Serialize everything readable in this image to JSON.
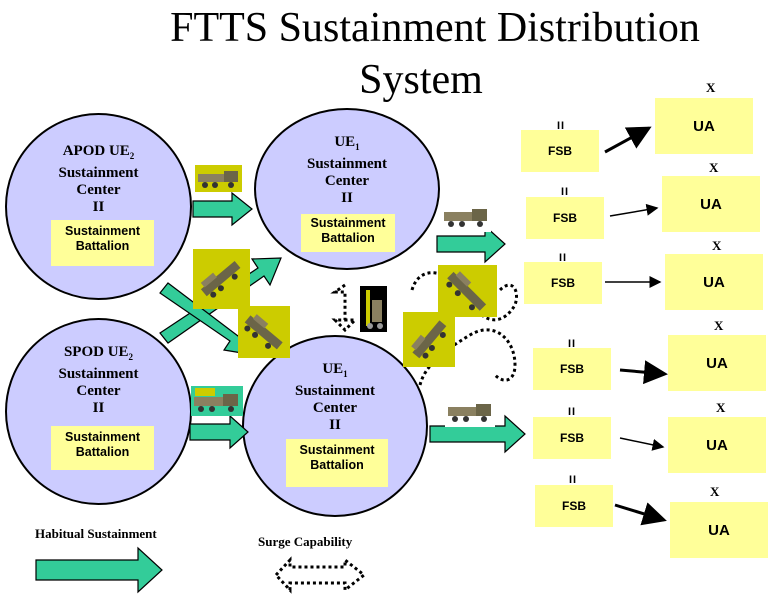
{
  "title_line1": "FTTS Sustainment Distribution",
  "title_line2": "System",
  "apod": {
    "name": "APOD UE",
    "sub": "2",
    "line2": "Sustainment",
    "line3": "Center",
    "echelon": "II",
    "box": [
      "Sustainment",
      "Battalion"
    ]
  },
  "spod": {
    "name": "SPOD UE",
    "sub": "2",
    "line2": "Sustainment",
    "line3": "Center",
    "echelon": "II",
    "box": [
      "Sustainment",
      "Battalion"
    ]
  },
  "ue1_top": {
    "name": "UE",
    "sub": "1",
    "line2": "Sustainment",
    "line3": "Center",
    "echelon": "II",
    "box": [
      "Sustainment",
      "Battalion"
    ]
  },
  "ue1_bottom": {
    "name": "UE",
    "sub": "1",
    "line2": "Sustainment",
    "line3": "Center",
    "echelon": "II",
    "box": [
      "Sustainment",
      "Battalion"
    ]
  },
  "fsb_label": "FSB",
  "fsb_marker": "II",
  "ua_label": "UA",
  "ua_marker": "X",
  "legend": {
    "habitual": "Habitual Sustainment",
    "surge": "Surge Capability"
  },
  "colors": {
    "circle": "#ccccff",
    "box": "#ffff99",
    "arrow": "#33cc99",
    "vehicle_bg": "#cccc00"
  }
}
